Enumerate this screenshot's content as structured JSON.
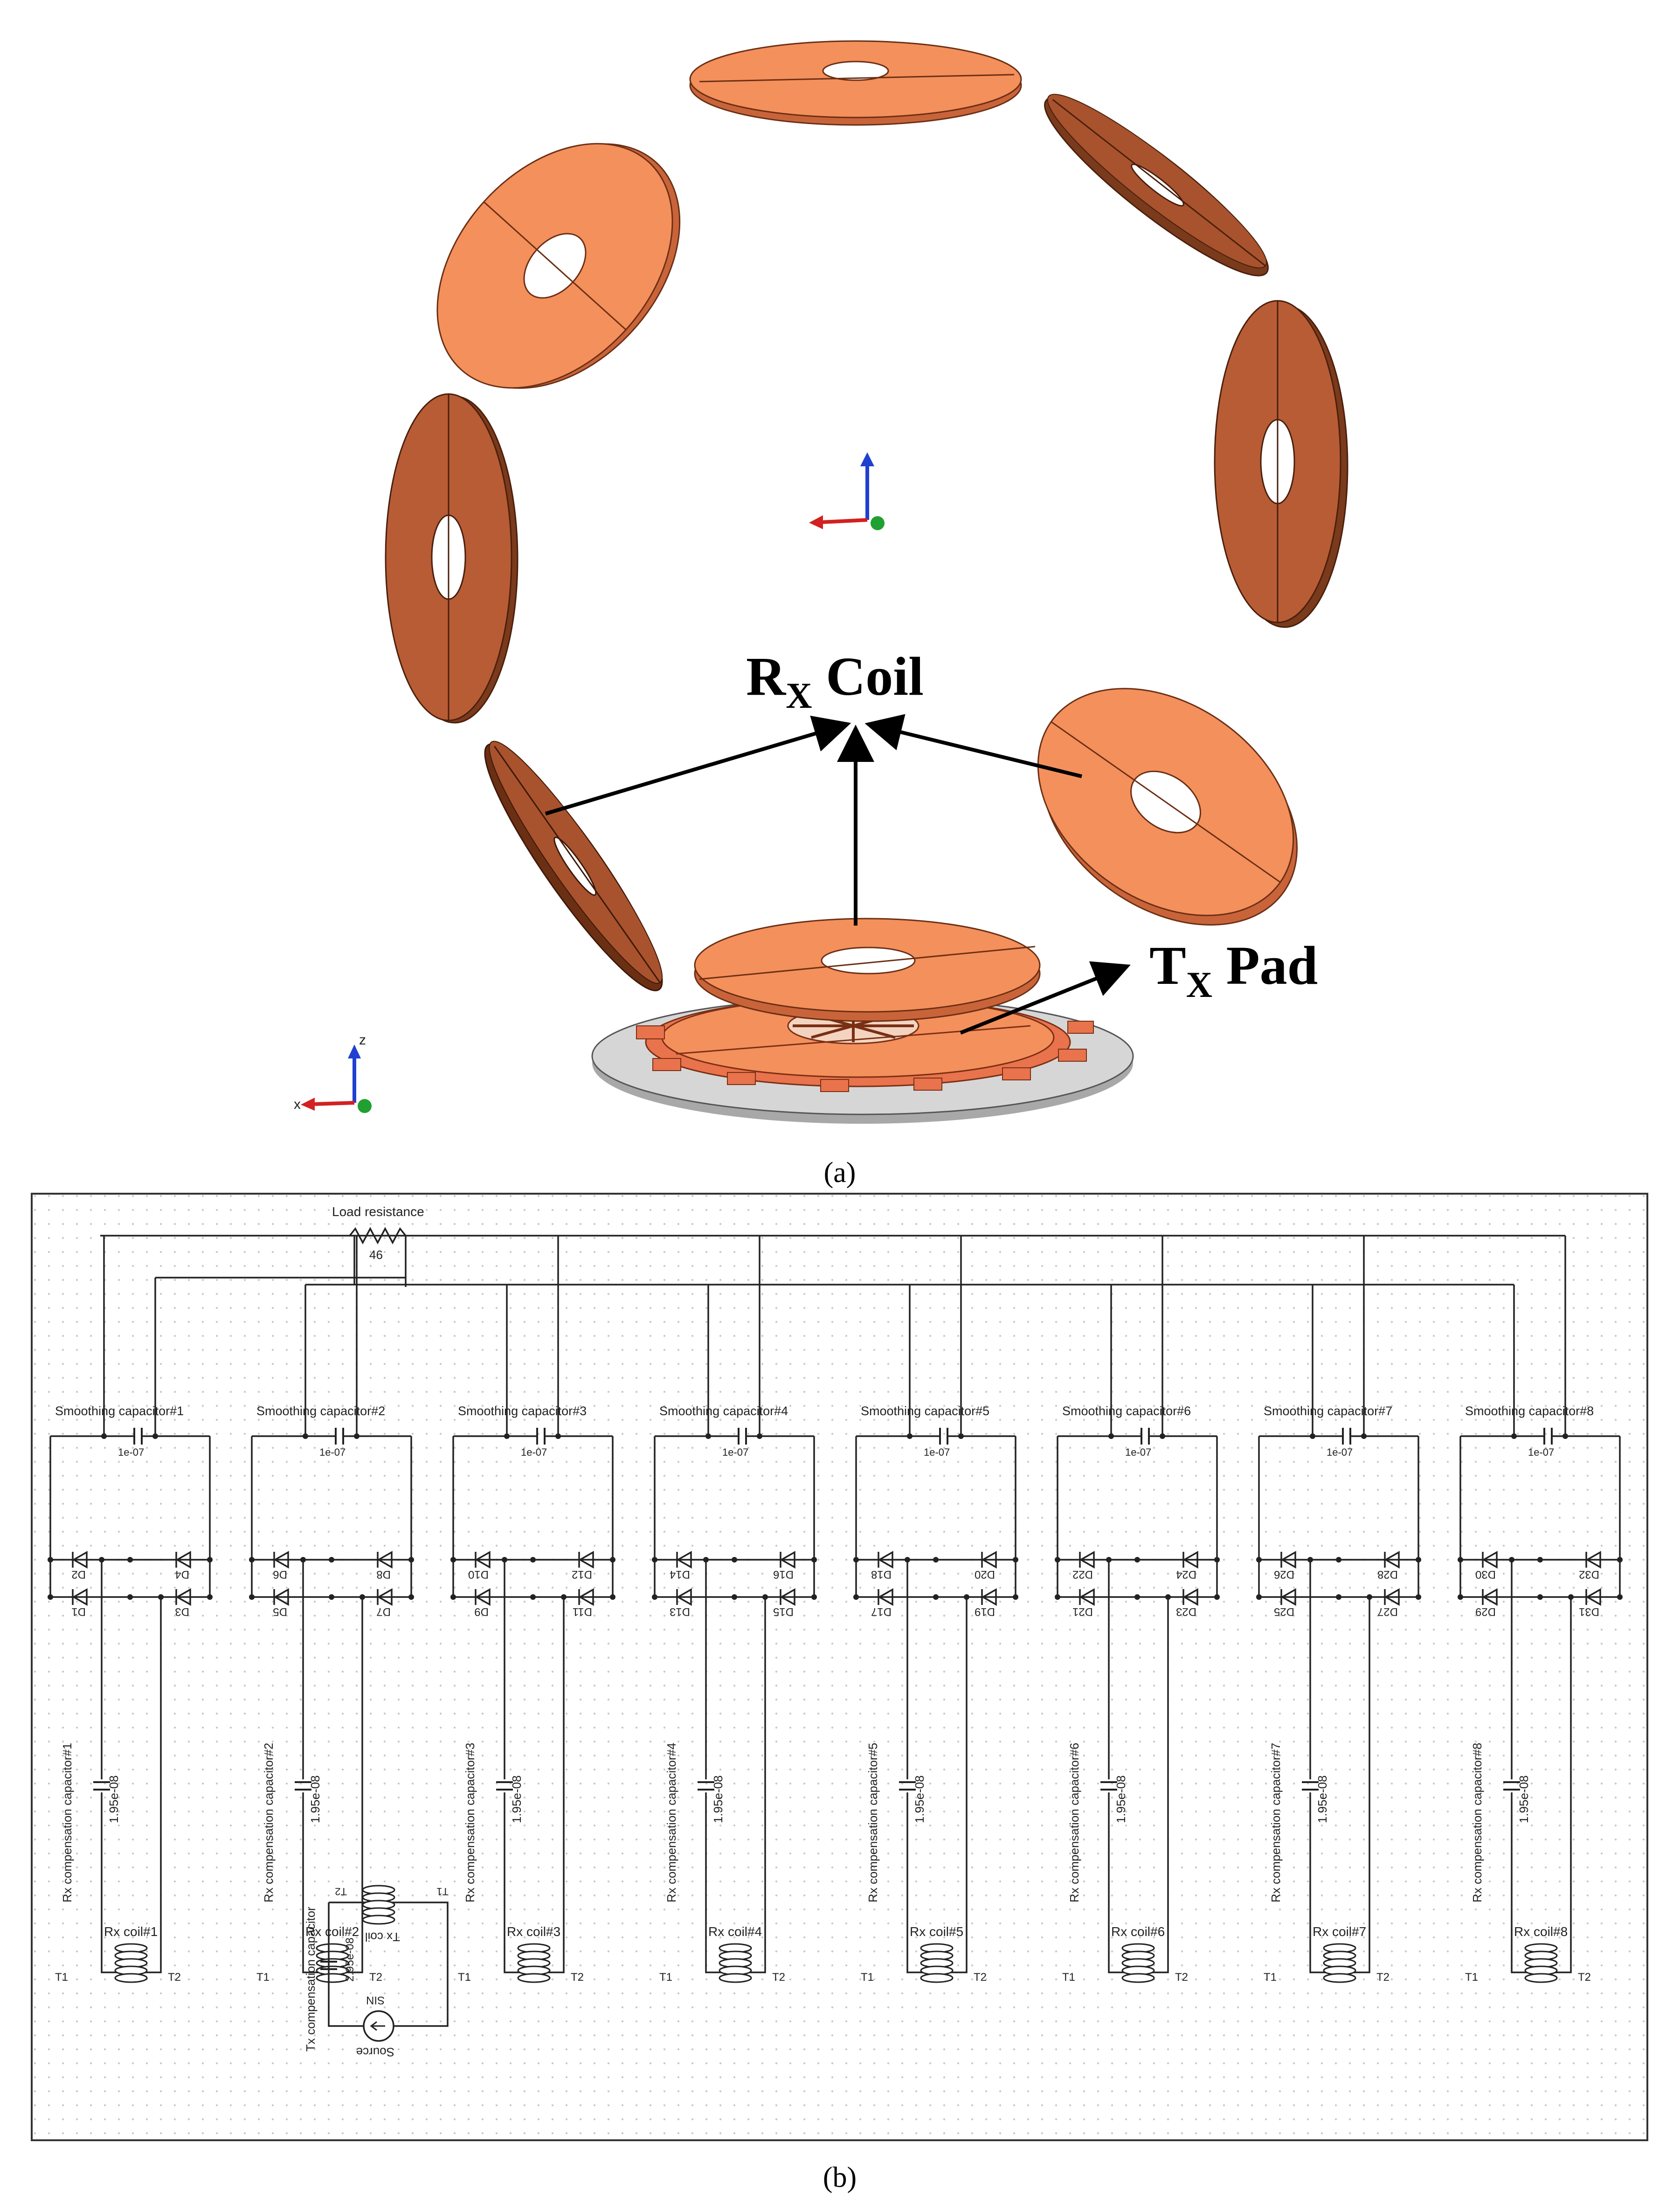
{
  "colors": {
    "copper_face": "#f4905c",
    "copper_dark": "#a8532d",
    "copper_edge": "#6b2f14",
    "plate_gray": "#d0d0d0",
    "grid_dot": "#c9c9c9",
    "axis_x": "#d32020",
    "axis_y": "#20a030",
    "axis_z": "#2040d0"
  },
  "panel_a": {
    "rx_label_main": "R",
    "rx_label_sub": "X",
    "rx_label_rest": " Coil",
    "tx_label_main": "T",
    "tx_label_sub": "X",
    "tx_label_rest": " Pad",
    "axis_labels": {
      "z": "z",
      "x": "x"
    },
    "caption": "(a)"
  },
  "panel_b": {
    "load": {
      "label": "Load resistance",
      "value": "46"
    },
    "smoothing_value": "1e-07",
    "compensation_value": "1.95e-08",
    "terminals": {
      "t1": "T1",
      "t2": "T2"
    },
    "channels": [
      {
        "smoothing": "Smoothing capacitor#1",
        "comp": "Rx compensation capacitor#1",
        "coil": "Rx coil#1",
        "diodes": [
          "D2",
          "D4",
          "D1",
          "D3"
        ]
      },
      {
        "smoothing": "Smoothing capacitor#2",
        "comp": "Rx compensation capacitor#2",
        "coil": "Rx coil#2",
        "diodes": [
          "D6",
          "D8",
          "D5",
          "D7"
        ]
      },
      {
        "smoothing": "Smoothing capacitor#3",
        "comp": "Rx compensation capacitor#3",
        "coil": "Rx coil#3",
        "diodes": [
          "D10",
          "D12",
          "D9",
          "D11"
        ]
      },
      {
        "smoothing": "Smoothing capacitor#4",
        "comp": "Rx compensation capacitor#4",
        "coil": "Rx coil#4",
        "diodes": [
          "D14",
          "D16",
          "D13",
          "D15"
        ]
      },
      {
        "smoothing": "Smoothing capacitor#5",
        "comp": "Rx compensation capacitor#5",
        "coil": "Rx coil#5",
        "diodes": [
          "D18",
          "D20",
          "D17",
          "D19"
        ]
      },
      {
        "smoothing": "Smoothing capacitor#6",
        "comp": "Rx compensation capacitor#6",
        "coil": "Rx coil#6",
        "diodes": [
          "D22",
          "D24",
          "D21",
          "D23"
        ]
      },
      {
        "smoothing": "Smoothing capacitor#7",
        "comp": "Rx compensation capacitor#7",
        "coil": "Rx coil#7",
        "diodes": [
          "D26",
          "D28",
          "D25",
          "D27"
        ]
      },
      {
        "smoothing": "Smoothing capacitor#8",
        "comp": "Rx compensation capacitor#8",
        "coil": "Rx coil#8",
        "diodes": [
          "D30",
          "D32",
          "D29",
          "D31"
        ]
      }
    ],
    "tx": {
      "coil": "Tx coil",
      "comp": "Tx compensation capacitor",
      "comp_value": "2.95e-08",
      "source": "Source",
      "source_type": "SIN"
    },
    "caption": "(b)"
  }
}
